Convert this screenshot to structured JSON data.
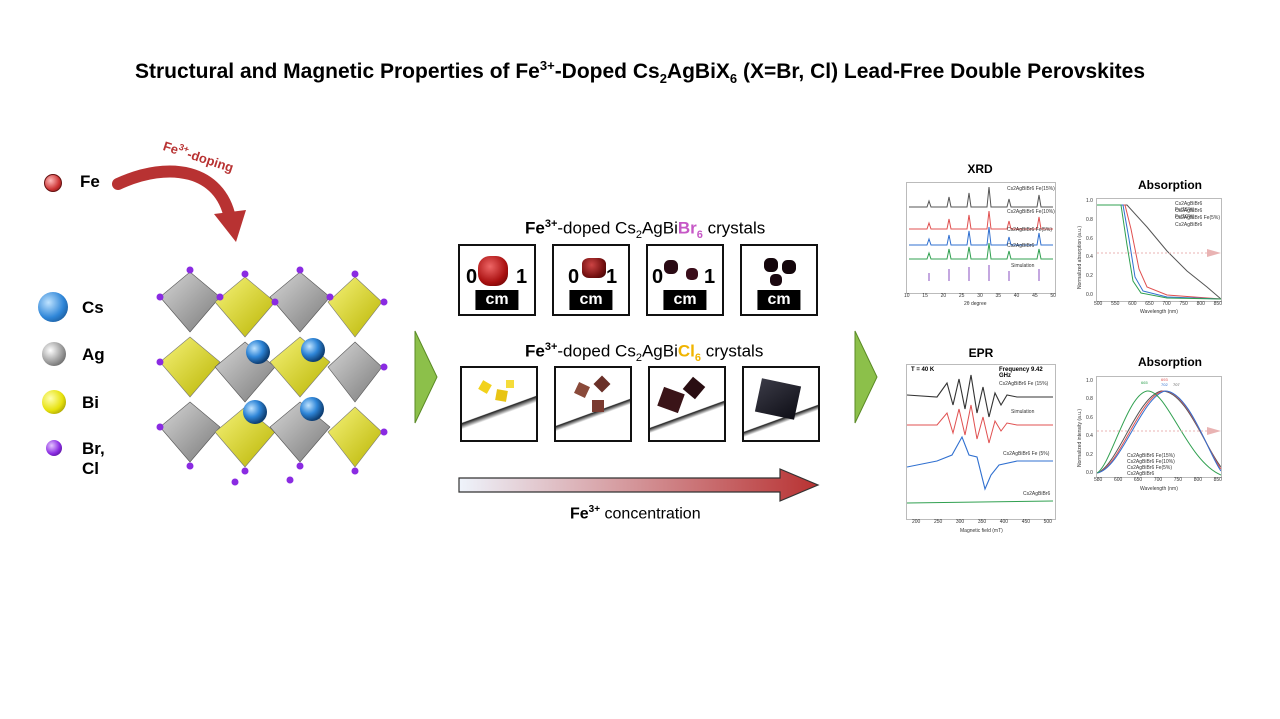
{
  "title": {
    "pre": "Structural and Magnetic Properties of Fe",
    "sup": "3+",
    "mid1": "-Doped Cs",
    "sub1": "2",
    "mid2": "AgBiX",
    "sub2": "6",
    "post": " (X=Br, Cl) Lead-Free Double Perovskites"
  },
  "doping": {
    "base": "Fe",
    "sup": "3+",
    "suffix": "-doping"
  },
  "legend": [
    {
      "label": "Fe",
      "color": "#d64545"
    },
    {
      "label": "Cs",
      "color": "#2f86d8"
    },
    {
      "label": "Ag",
      "color": "#9a9a9a"
    },
    {
      "label": "Bi",
      "color": "#e6e10c"
    },
    {
      "label": "Br, Cl",
      "color": "#8a2be2"
    }
  ],
  "br_caption": {
    "fe": "Fe",
    "sup": "3+",
    "t1": "-doped Cs",
    "s1": "2",
    "t2": "AgBi",
    "hl": "Br",
    "s2": "6",
    "t3": " crystals",
    "hl_color": "#c657c6"
  },
  "cl_caption": {
    "fe": "Fe",
    "sup": "3+",
    "t1": "-doped Cs",
    "s1": "2",
    "t2": "AgBi",
    "hl": "Cl",
    "s2": "6",
    "t3": " crystals",
    "hl_color": "#f0b400"
  },
  "ruler": {
    "zero": "0",
    "one": "1",
    "unit": "cm"
  },
  "concentration": {
    "fe": "Fe",
    "sup": "3+",
    "text": " concentration"
  },
  "xrd": {
    "title": "XRD",
    "xlabel": "2θ degree",
    "ticks": [
      "10",
      "15",
      "20",
      "25",
      "30",
      "35",
      "40",
      "45",
      "50"
    ],
    "legends": [
      "Cs2AgBiBr6 Fe(15%)",
      "Cs2AgBiBr6 Fe(10%)",
      "Cs2AgBiBr6 Fe(5%)",
      "Cs2AgBiBr6",
      "Simulation"
    ]
  },
  "abs1": {
    "title": "Absorption",
    "xlabel": "Wavelength (nm)",
    "ylabel": "Normalized absorption (a.u.)",
    "xticks": [
      "500",
      "550",
      "600",
      "650",
      "700",
      "750",
      "800",
      "850"
    ],
    "yticks": [
      "1.0",
      "0.8",
      "0.6",
      "0.4",
      "0.2",
      "0.0"
    ],
    "legends": [
      "Cs2AgBiBr6 Fe(15%)",
      "Cs2AgBiBr6 Fe(10%)",
      "Cs2AgBiBr6 Fe(5%)",
      "Cs2AgBiBr6"
    ]
  },
  "epr": {
    "title": "EPR",
    "temp": "T = 40 K",
    "freq": "Frequency 9.42 GHz",
    "labels": [
      "Cs2AgBiBr6 Fe (15%)",
      "Simulation",
      "Cs2AgBiBr6 Fe (5%)",
      "Cs2AgBiBr6"
    ],
    "xlabel": "Magnetic field (mT)",
    "ticks": [
      "200",
      "250",
      "300",
      "350",
      "400",
      "450",
      "500"
    ]
  },
  "abs2": {
    "title": "Absorption",
    "xlabel": "Wavelength (nm)",
    "ylabel": "Normalized intensity (a.u.)",
    "xticks": [
      "580",
      "600",
      "650",
      "700",
      "750",
      "800",
      "850"
    ],
    "yticks": [
      "1.0",
      "0.8",
      "0.6",
      "0.4",
      "0.2",
      "0.0"
    ],
    "peaks": [
      "665",
      "693",
      "702",
      "707"
    ],
    "legends": [
      "Cs2AgBiBr6 Fe(15%)",
      "Cs2AgBiBr6 Fe(10%)",
      "Cs2AgBiBr6 Fe(5%)",
      "Cs2AgBiBr6"
    ]
  },
  "colors": {
    "arrow_red": "#b83232",
    "green_chevron": "#8cc04a",
    "series": [
      "#555555",
      "#e05050",
      "#3070d0",
      "#30a050",
      "#8a4fc0"
    ]
  }
}
